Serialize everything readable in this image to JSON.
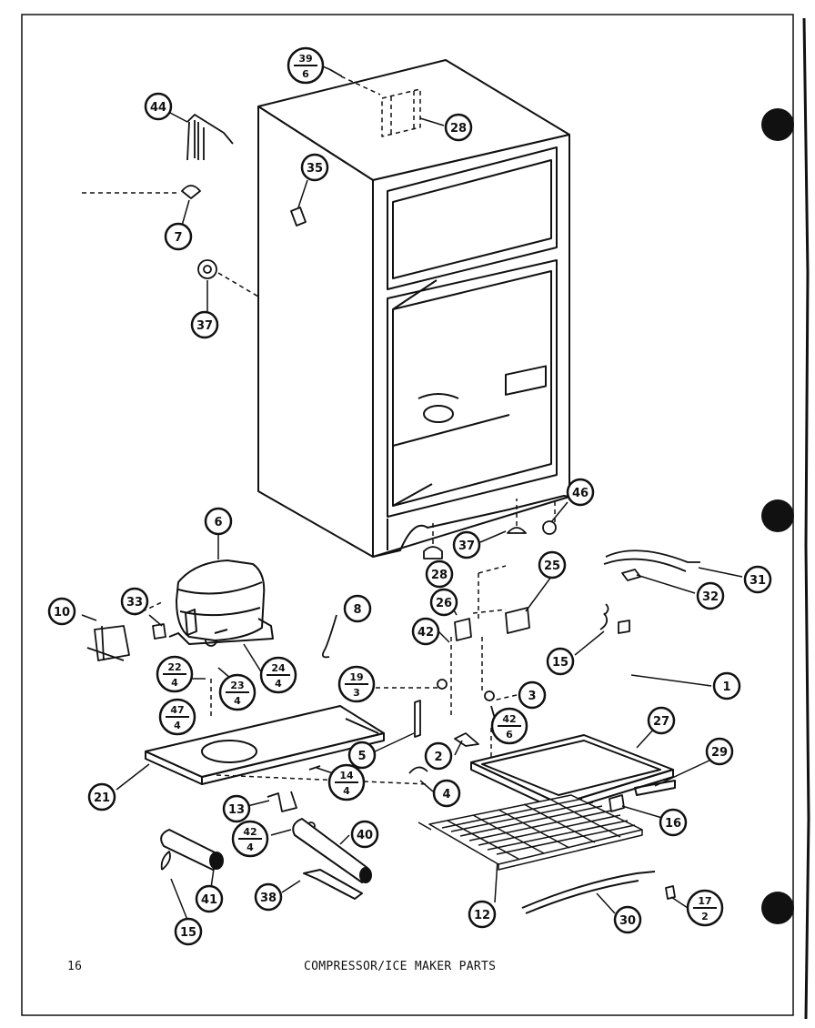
{
  "page": {
    "number": "16",
    "title": "COMPRESSOR/ICE MAKER PARTS"
  },
  "callouts": [
    {
      "id": "c-39-6",
      "label": "39",
      "sub": "6"
    },
    {
      "id": "c-44",
      "label": "44"
    },
    {
      "id": "c-28-top",
      "label": "28"
    },
    {
      "id": "c-35",
      "label": "35"
    },
    {
      "id": "c-7",
      "label": "7"
    },
    {
      "id": "c-37-top",
      "label": "37"
    },
    {
      "id": "c-46",
      "label": "46"
    },
    {
      "id": "c-6",
      "label": "6"
    },
    {
      "id": "c-37-mid",
      "label": "37"
    },
    {
      "id": "c-28-mid",
      "label": "28"
    },
    {
      "id": "c-25",
      "label": "25"
    },
    {
      "id": "c-31",
      "label": "31"
    },
    {
      "id": "c-32",
      "label": "32"
    },
    {
      "id": "c-10",
      "label": "10"
    },
    {
      "id": "c-33",
      "label": "33"
    },
    {
      "id": "c-8",
      "label": "8"
    },
    {
      "id": "c-26",
      "label": "26"
    },
    {
      "id": "c-42",
      "label": "42"
    },
    {
      "id": "c-15-right",
      "label": "15"
    },
    {
      "id": "c-1",
      "label": "1"
    },
    {
      "id": "c-22-4",
      "label": "22",
      "sub": "4"
    },
    {
      "id": "c-23-4",
      "label": "23",
      "sub": "4"
    },
    {
      "id": "c-24-4",
      "label": "24",
      "sub": "4"
    },
    {
      "id": "c-19-3",
      "label": "19",
      "sub": "3"
    },
    {
      "id": "c-3",
      "label": "3"
    },
    {
      "id": "c-47-4",
      "label": "47",
      "sub": "4"
    },
    {
      "id": "c-27",
      "label": "27"
    },
    {
      "id": "c-42-6",
      "label": "42",
      "sub": "6"
    },
    {
      "id": "c-29",
      "label": "29"
    },
    {
      "id": "c-5",
      "label": "5"
    },
    {
      "id": "c-2",
      "label": "2"
    },
    {
      "id": "c-14-4",
      "label": "14",
      "sub": "4"
    },
    {
      "id": "c-21",
      "label": "21"
    },
    {
      "id": "c-4",
      "label": "4"
    },
    {
      "id": "c-13",
      "label": "13"
    },
    {
      "id": "c-16",
      "label": "16"
    },
    {
      "id": "c-42-4",
      "label": "42",
      "sub": "4"
    },
    {
      "id": "c-40",
      "label": "40"
    },
    {
      "id": "c-41",
      "label": "41"
    },
    {
      "id": "c-38",
      "label": "38"
    },
    {
      "id": "c-12",
      "label": "12"
    },
    {
      "id": "c-30",
      "label": "30"
    },
    {
      "id": "c-17-2",
      "label": "17",
      "sub": "2"
    },
    {
      "id": "c-15-left",
      "label": "15"
    }
  ]
}
